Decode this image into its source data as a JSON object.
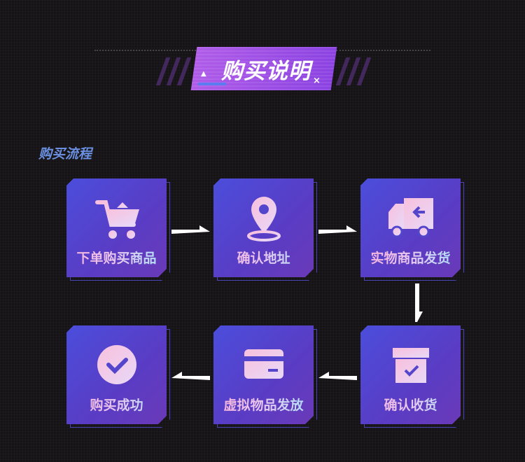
{
  "header": {
    "title": "购买说明"
  },
  "section": {
    "title": "购买流程"
  },
  "steps": [
    {
      "label": "下单购买商品",
      "icon": "shopping-cart-icon"
    },
    {
      "label": "确认地址",
      "icon": "location-pin-icon"
    },
    {
      "label": "实物商品发货",
      "icon": "delivery-truck-icon"
    },
    {
      "label": "确认收货",
      "icon": "package-check-icon"
    },
    {
      "label": "虚拟物品发放",
      "icon": "card-icon"
    },
    {
      "label": "购买成功",
      "icon": "check-circle-icon"
    }
  ],
  "colors": {
    "accent": "#8b42e2",
    "card": "#4b4edc",
    "section": "#6b8fe0"
  }
}
